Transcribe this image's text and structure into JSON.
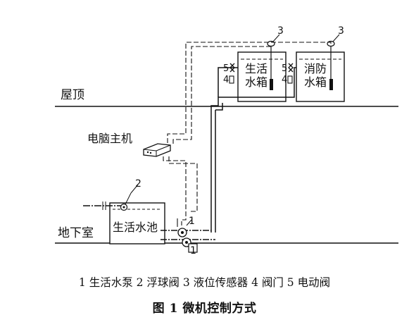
{
  "labels": {
    "roof": "屋顶",
    "basement": "地下室",
    "computer": "电脑主机",
    "pool": "生活水池",
    "tank_domestic_line1": "生活",
    "tank_domestic_line2": "水箱",
    "tank_fire_line1": "消防",
    "tank_fire_line2": "水箱",
    "callout_1": "1",
    "callout_1b": "1",
    "callout_2": "2",
    "callout_3a": "3",
    "callout_3b": "3",
    "callout_5a": "5",
    "callout_4a": "4",
    "callout_5b": "5",
    "callout_4b": "4"
  },
  "caption": {
    "legend": "1 生活水泵  2 浮球阀  3 液位传感器  4 阀门  5 电动阀",
    "title": "图 1   微机控制方式"
  }
}
